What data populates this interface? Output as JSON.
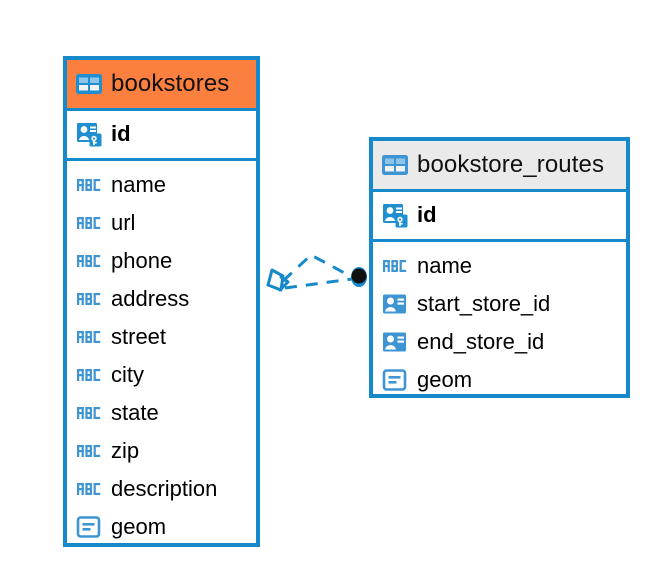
{
  "diagram": {
    "type": "entity-relationship-diagram",
    "background_color": "#ffffff",
    "accent_color": "#1689ca",
    "highlight_color": "#fb8040",
    "header_gray": "#eaeaea"
  },
  "entities": [
    {
      "name": "bookstores",
      "header_style": "orange",
      "table_icon": "table-icon",
      "primary_keys": [
        {
          "label": "id",
          "icon": "primary-key-icon"
        }
      ],
      "fields": [
        {
          "label": "name",
          "icon": "text-type-icon"
        },
        {
          "label": "url",
          "icon": "text-type-icon"
        },
        {
          "label": "phone",
          "icon": "text-type-icon"
        },
        {
          "label": "address",
          "icon": "text-type-icon"
        },
        {
          "label": "street",
          "icon": "text-type-icon"
        },
        {
          "label": "city",
          "icon": "text-type-icon"
        },
        {
          "label": "state",
          "icon": "text-type-icon"
        },
        {
          "label": "zip",
          "icon": "text-type-icon"
        },
        {
          "label": "description",
          "icon": "text-type-icon"
        },
        {
          "label": "geom",
          "icon": "geometry-type-icon"
        }
      ]
    },
    {
      "name": "bookstore_routes",
      "header_style": "gray",
      "table_icon": "table-icon",
      "primary_keys": [
        {
          "label": "id",
          "icon": "primary-key-icon"
        }
      ],
      "fields": [
        {
          "label": "name",
          "icon": "text-type-icon"
        },
        {
          "label": "start_store_id",
          "icon": "foreign-key-icon"
        },
        {
          "label": "end_store_id",
          "icon": "foreign-key-icon"
        },
        {
          "label": "geom",
          "icon": "geometry-type-icon"
        }
      ]
    }
  ],
  "relationship": {
    "style": "dashed",
    "color": "#1689ca",
    "source_marker": "diamond-marker",
    "target_marker": "filled-circle-marker",
    "source_entity": "bookstores",
    "target_entity": "bookstore_routes"
  },
  "icon_glyphs": {
    "text_type_label": "ABC"
  }
}
